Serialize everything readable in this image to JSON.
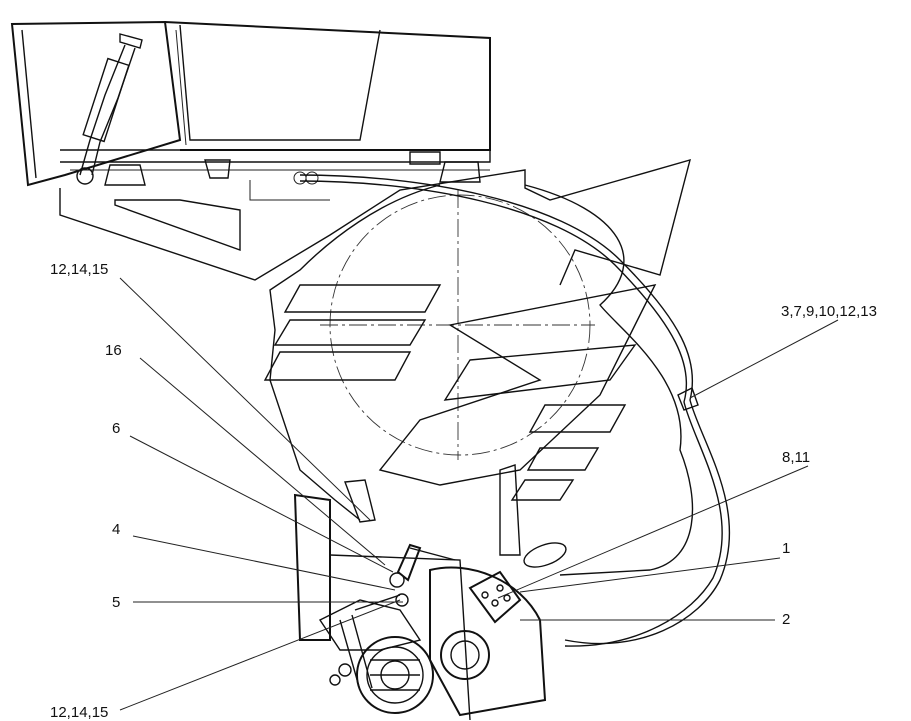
{
  "callouts": [
    {
      "id": "c1",
      "text": "12,14,15"
    },
    {
      "id": "c2",
      "text": "16"
    },
    {
      "id": "c3",
      "text": "6"
    },
    {
      "id": "c4",
      "text": "4"
    },
    {
      "id": "c5",
      "text": "5"
    },
    {
      "id": "c6",
      "text": "12,14,15"
    },
    {
      "id": "c7",
      "text": "3,7,9,10,12,13"
    },
    {
      "id": "c8",
      "text": "8,11"
    },
    {
      "id": "c9",
      "text": "1"
    },
    {
      "id": "c10",
      "text": "2"
    }
  ]
}
